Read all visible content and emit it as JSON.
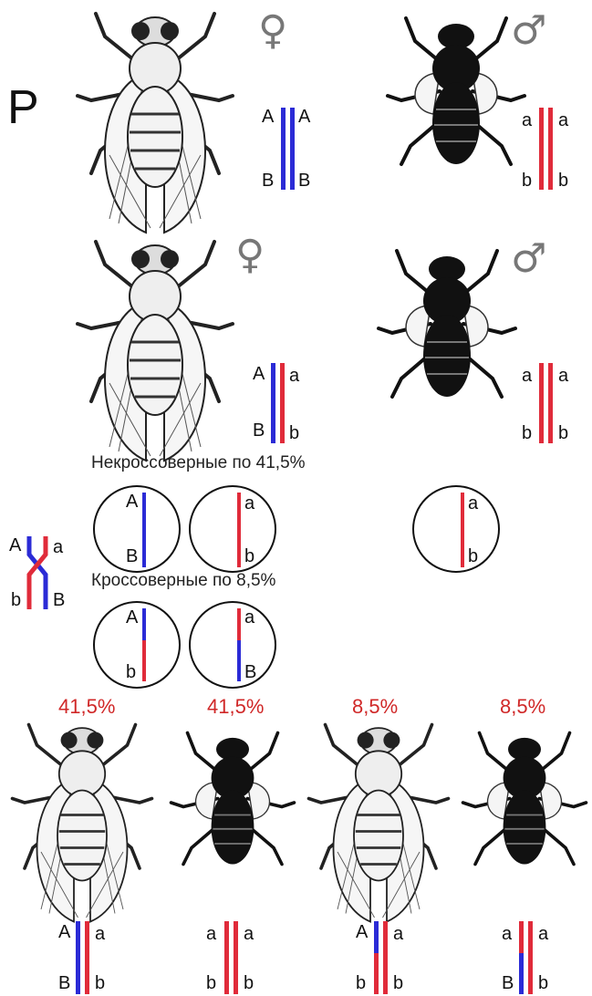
{
  "parental_label": "P",
  "female_symbol": "♀",
  "male_symbol": "♂",
  "noncrossover_caption": "Некроссоверные по 41,5%",
  "crossover_caption": "Кроссоверные по 8,5%",
  "offspring_percents": [
    "41,5%",
    "41,5%",
    "8,5%",
    "8,5%"
  ],
  "alleles": {
    "A": "A",
    "a": "a",
    "B": "B",
    "b": "b"
  },
  "colors": {
    "blue": "#2b2bd6",
    "red": "#e02b3a",
    "pct_red": "#d02828"
  }
}
